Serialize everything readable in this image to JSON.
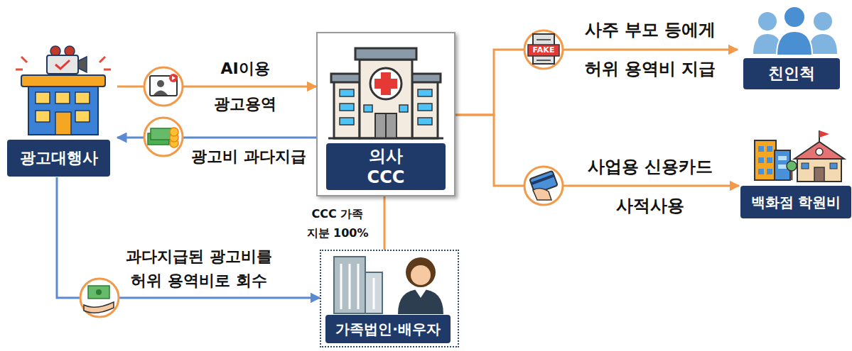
{
  "diagram": {
    "nodes": [
      {
        "text": [
          "광고대행사"
        ]
      },
      {
        "text": [
          "의사 CCC"
        ]
      },
      {
        "text": [
          "친인척"
        ]
      },
      {
        "text": [
          "백화점 학원비"
        ]
      },
      {
        "text": [
          "가족법인·배우자"
        ]
      }
    ],
    "edges": [
      {
        "from": 0,
        "to": 1,
        "arrow": "to",
        "label": "AI이용 광고용역"
      },
      {
        "from": 1,
        "to": 0,
        "arrow": "to",
        "label": "광고비 과다지급"
      },
      {
        "from": 1,
        "to": 2,
        "arrow": "to",
        "label": "사주 부모 등에게 허위 용역비 지급"
      },
      {
        "from": 1,
        "to": 3,
        "arrow": "to",
        "label": "사업용 신용카드 사적사용"
      },
      {
        "from": 0,
        "to": 4,
        "arrow": "to",
        "label": "과다지급된 광고비를 허위 용역비로 회수"
      },
      {
        "from": 1,
        "to": 4,
        "arrow": "none",
        "label": "CCC 가족 지분 100%"
      }
    ],
    "labels": [
      "FAKE"
    ]
  }
}
